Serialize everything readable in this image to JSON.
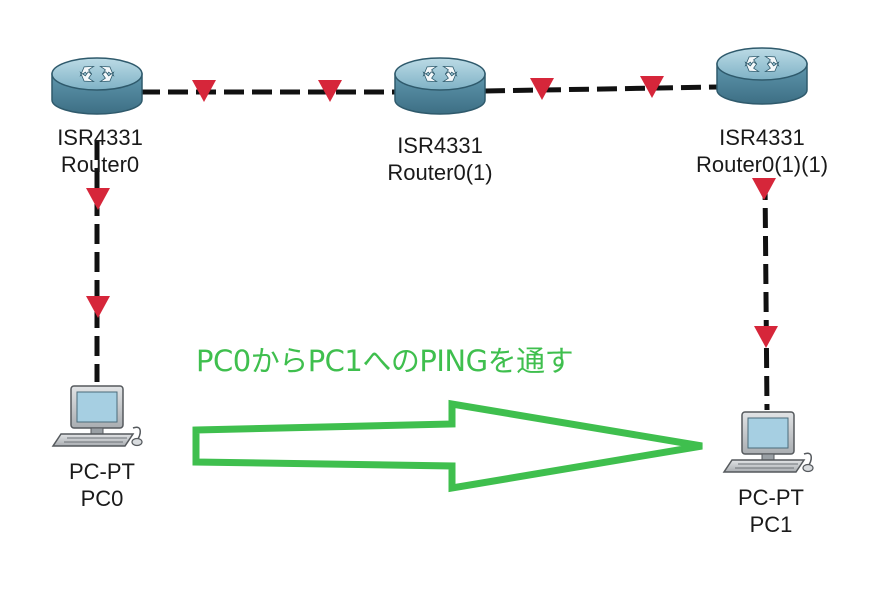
{
  "devices": {
    "router0": {
      "model": "ISR4331",
      "name": "Router0"
    },
    "router1": {
      "model": "ISR4331",
      "name": "Router0(1)"
    },
    "router2": {
      "model": "ISR4331",
      "name": "Router0(1)(1)"
    },
    "pc0": {
      "model": "PC-PT",
      "name": "PC0"
    },
    "pc1": {
      "model": "PC-PT",
      "name": "PC1"
    }
  },
  "annotation": {
    "text": "PC0からPC1へのPINGを通す",
    "color": "#3fbf4e"
  },
  "colors": {
    "link": "#111111",
    "link_indicator": "#d6263a",
    "arrow": "#3fbf4e",
    "router_body": "#6fa3b8"
  },
  "icons": {
    "router": "router-icon",
    "pc": "pc-icon",
    "link_indicator": "triangle-down-icon"
  }
}
